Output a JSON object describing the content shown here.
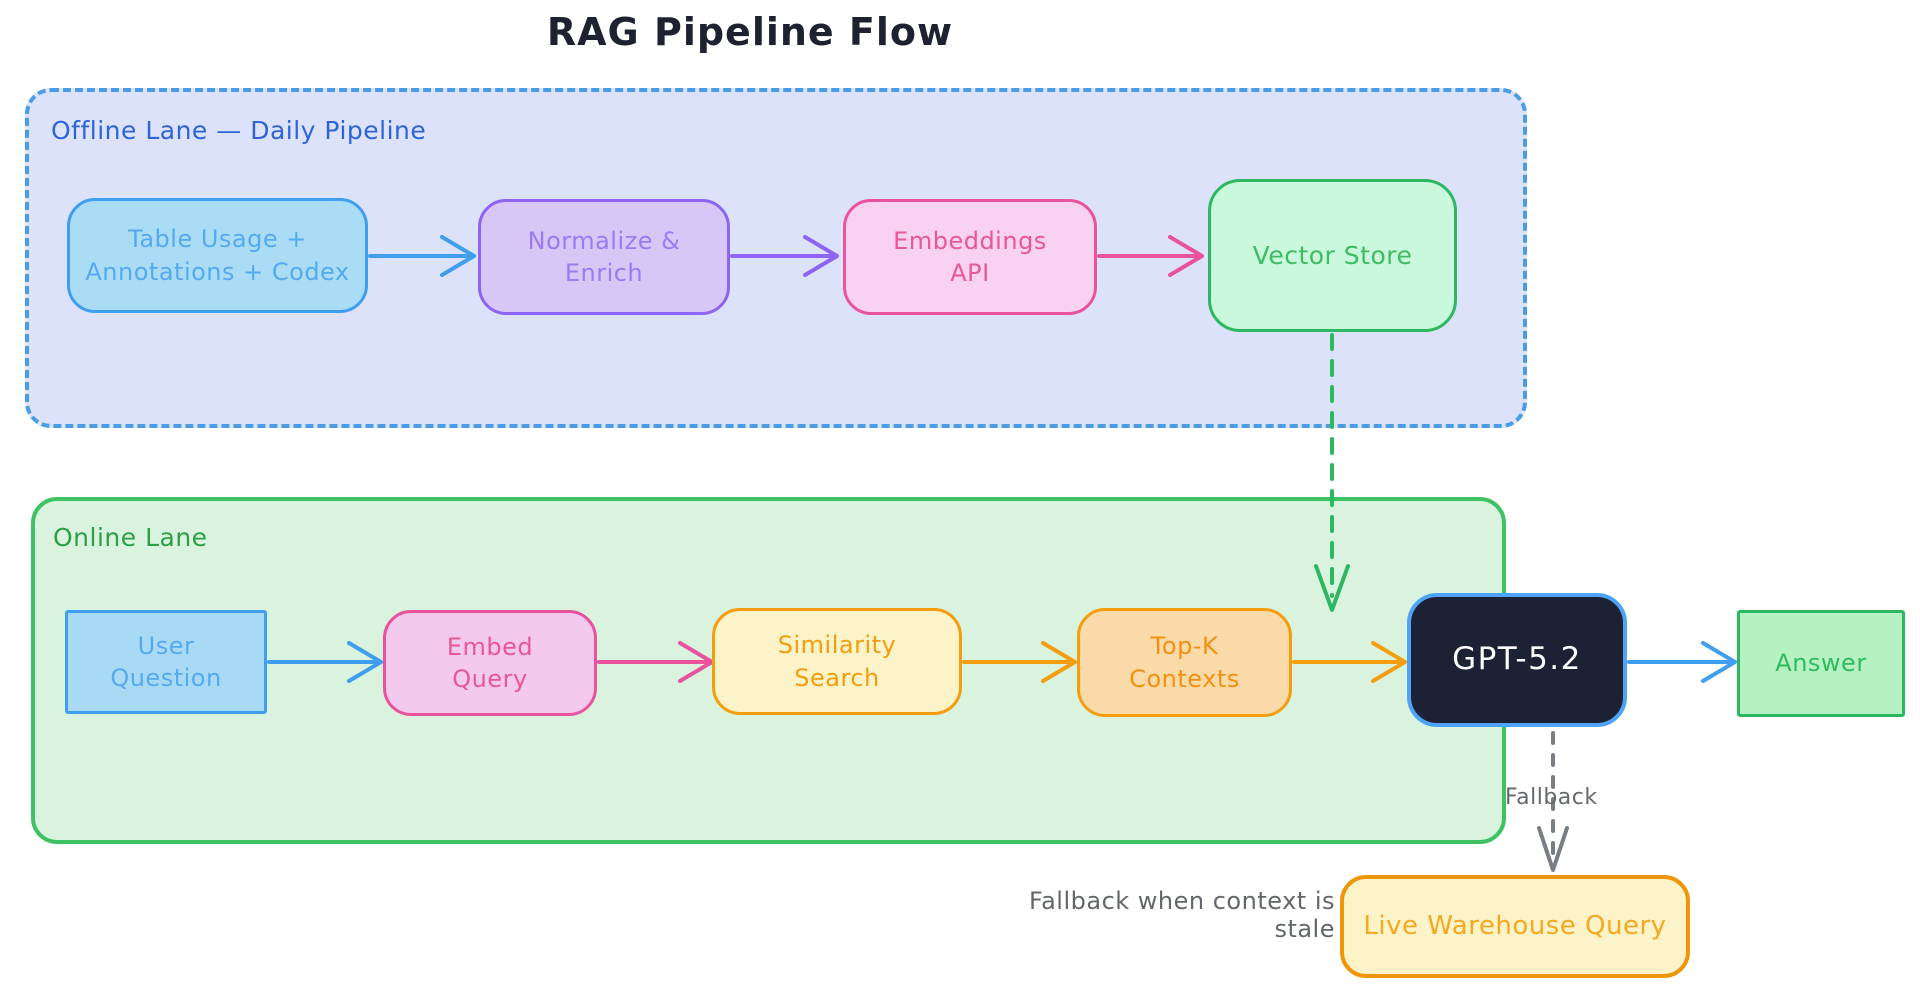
{
  "title": "RAG Pipeline Flow",
  "offline_lane": {
    "label": "Offline Lane — Daily Pipeline",
    "nodes": [
      {
        "id": "table-usage",
        "label": "Table Usage +\nAnnotations + Codex"
      },
      {
        "id": "normalize-enrich",
        "label": "Normalize &\nEnrich"
      },
      {
        "id": "embeddings-api",
        "label": "Embeddings\nAPI"
      },
      {
        "id": "vector-store",
        "label": "Vector Store"
      }
    ]
  },
  "online_lane": {
    "label": "Online Lane",
    "nodes": [
      {
        "id": "user-question",
        "label": "User\nQuestion"
      },
      {
        "id": "embed-query",
        "label": "Embed\nQuery"
      },
      {
        "id": "similarity-search",
        "label": "Similarity\nSearch"
      },
      {
        "id": "top-k-contexts",
        "label": "Top-K\nContexts"
      },
      {
        "id": "gpt-5-2",
        "label": "GPT-5.2"
      },
      {
        "id": "answer",
        "label": "Answer"
      }
    ]
  },
  "fallback": {
    "edge_label": "Fallback",
    "note": "Fallback when context is stale",
    "node_label": "Live Warehouse Query"
  },
  "edges": [
    {
      "from": "table-usage",
      "to": "normalize-enrich",
      "color": "#3f9ef0",
      "style": "solid"
    },
    {
      "from": "normalize-enrich",
      "to": "embeddings-api",
      "color": "#8e64f4",
      "style": "solid"
    },
    {
      "from": "embeddings-api",
      "to": "vector-store",
      "color": "#e9539e",
      "style": "solid"
    },
    {
      "from": "vector-store",
      "to": "online-lane",
      "color": "#2cb860",
      "style": "dashed"
    },
    {
      "from": "user-question",
      "to": "embed-query",
      "color": "#3f9ef0",
      "style": "solid"
    },
    {
      "from": "embed-query",
      "to": "similarity-search",
      "color": "#e9539e",
      "style": "solid"
    },
    {
      "from": "similarity-search",
      "to": "top-k-contexts",
      "color": "#f49d0e",
      "style": "solid"
    },
    {
      "from": "top-k-contexts",
      "to": "gpt-5-2",
      "color": "#f49d0e",
      "style": "solid"
    },
    {
      "from": "gpt-5-2",
      "to": "answer",
      "color": "#3f9ef0",
      "style": "solid"
    },
    {
      "from": "gpt-5-2",
      "to": "live-warehouse-query",
      "color": "#797d84",
      "style": "dashed",
      "label": "Fallback"
    }
  ],
  "colors": {
    "title_text": "#1e2130",
    "offline_lane_fill": "#dbe2fa",
    "offline_lane_border": "#4a9de5",
    "offline_lane_label": "#2e64d9",
    "online_lane_fill": "#d9f3de",
    "online_lane_border": "#3ec263",
    "online_lane_label": "#2d9f47",
    "blue_node": "#3f9ef0",
    "purple_node": "#8e64f4",
    "pink_node": "#e9539e",
    "green_node": "#2cb860",
    "yellow_node": "#f49d0e",
    "dark_node_fill": "#1d2134",
    "gray_annotation": "#65696f"
  }
}
